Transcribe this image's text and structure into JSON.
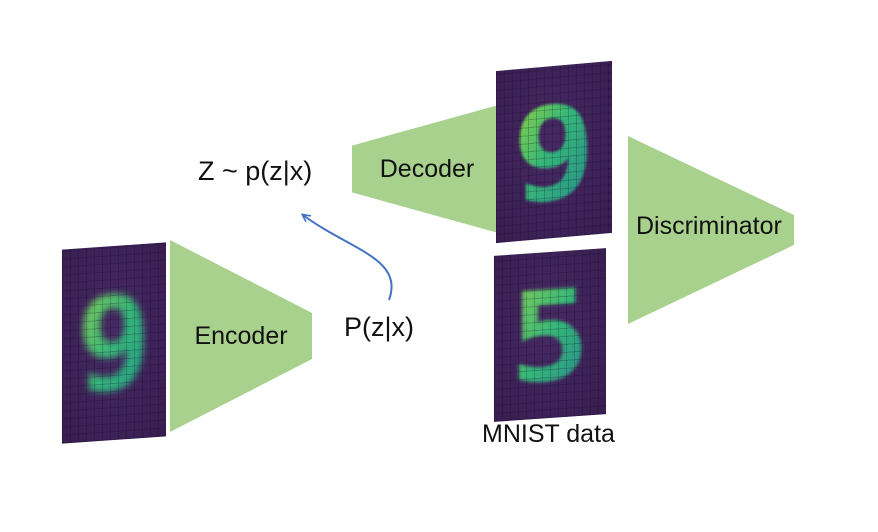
{
  "diagram": {
    "kind": "vae-gan architecture"
  },
  "blocks": {
    "encoder": {
      "label": "Encoder"
    },
    "decoder": {
      "label": "Decoder"
    },
    "discriminator": {
      "label": "Discriminator"
    }
  },
  "annotations": {
    "latent_sample_label": "Z ~ p(z|x)",
    "posterior_label": "P(z|x)",
    "mnist_caption": "MNIST data"
  },
  "images": {
    "encoder_input": {
      "digit": "9",
      "style": "blurry"
    },
    "decoder_output": {
      "digit": "9",
      "style": "sharp"
    },
    "mnist_sample": {
      "digit": "5",
      "style": "sharp"
    }
  },
  "colors": {
    "block_green": "#a9d18e",
    "arrow_blue": "#4472c4",
    "mnist_background": "#3c2156",
    "mnist_digit_teal": "#35b779",
    "mnist_digit_light": "#8fd050",
    "text": "#111111"
  }
}
